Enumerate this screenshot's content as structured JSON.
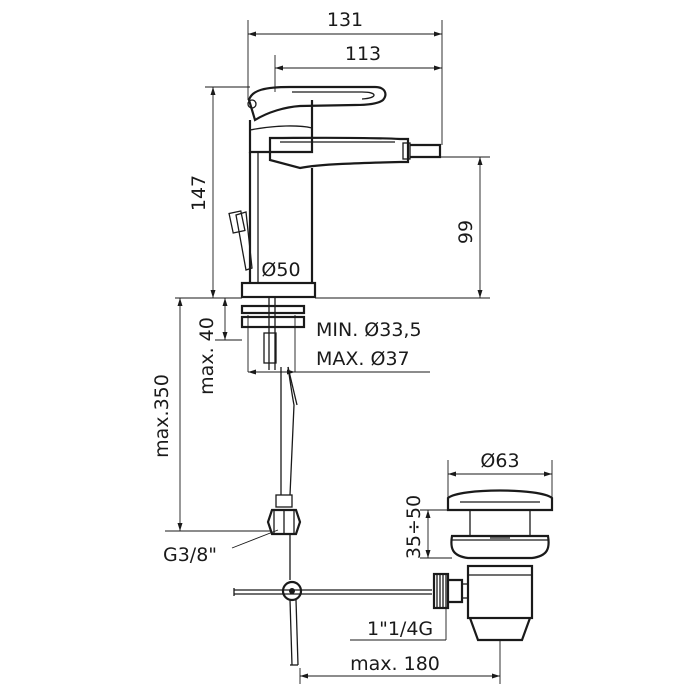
{
  "drawing": {
    "dimensions": {
      "overall_width": "131",
      "spout_reach": "113",
      "total_height": "147",
      "spout_height": "99",
      "body_diameter": "Ø50",
      "hole_min": "MIN. Ø33,5",
      "hole_max": "MAX. Ø37",
      "deck_thickness": "max. 40",
      "hose_length": "max.350",
      "hose_thread": "G3/8\"",
      "drain_cap_diameter": "Ø63",
      "drain_adjust": "35÷50",
      "drain_thread": "1\"1/4G",
      "drain_reach": "max. 180"
    }
  }
}
